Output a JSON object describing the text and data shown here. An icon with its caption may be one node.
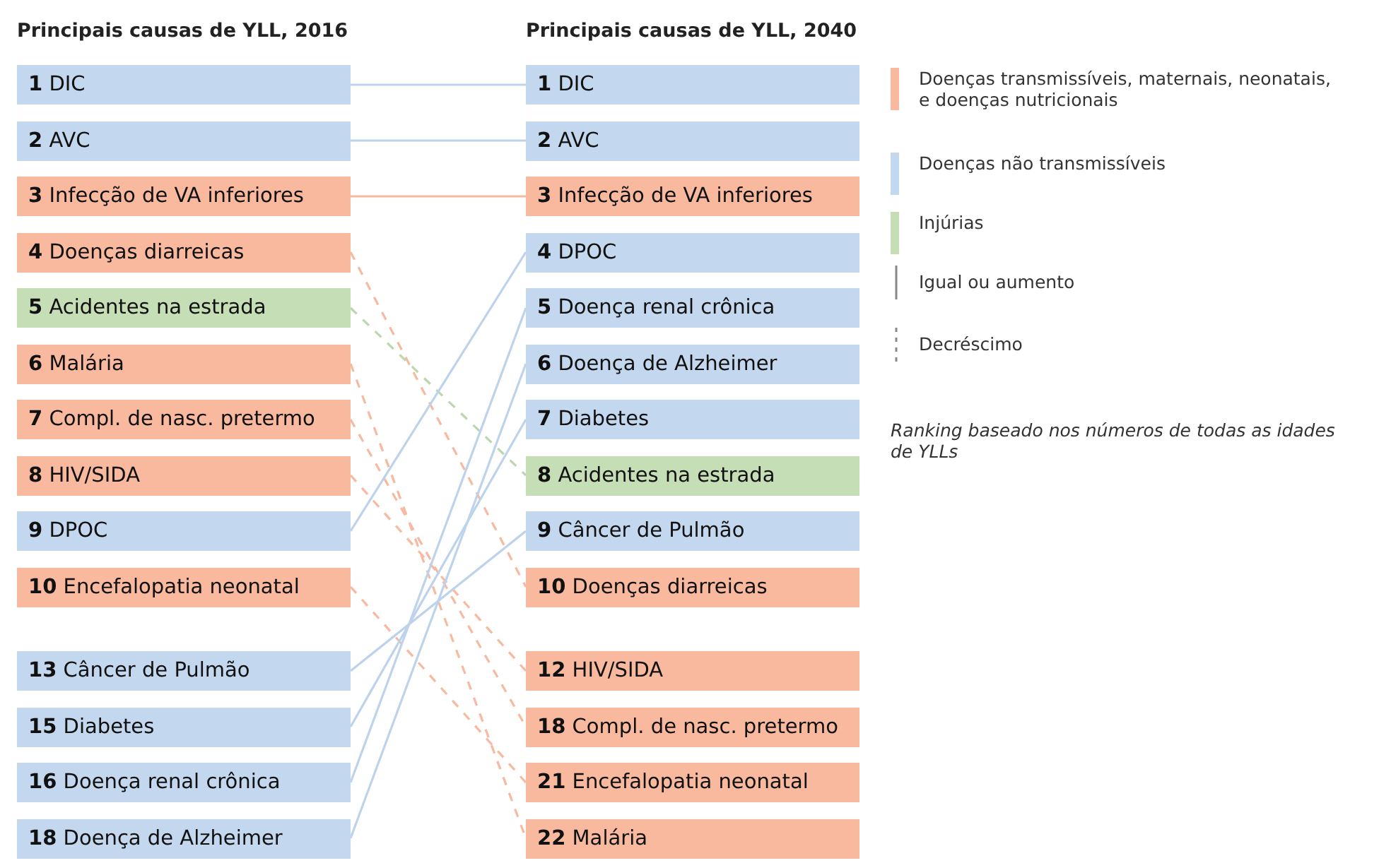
{
  "diagram": {
    "nodes": [
      {
        "text": [
          "**1** DIC"
        ]
      },
      {
        "text": [
          "**2** AVC"
        ]
      },
      {
        "text": [
          "**3** Infecção de VA inferiores"
        ]
      },
      {
        "text": [
          "**4** Doenças diarreicas"
        ]
      },
      {
        "text": [
          "**5** Acidentes na estrada"
        ]
      },
      {
        "text": [
          "**6** Malária"
        ]
      },
      {
        "text": [
          "**7** Compl. de nasc. pretermo"
        ]
      },
      {
        "text": [
          "**8** HIV/SIDA"
        ]
      },
      {
        "text": [
          "**9** DPOC"
        ]
      },
      {
        "text": [
          "**10** Encefalopatia neonatal"
        ]
      },
      {
        "text": [
          "**13** Câncer de Pulmão"
        ]
      },
      {
        "text": [
          "**15** Diabetes"
        ]
      },
      {
        "text": [
          "**16** Doença renal crônica"
        ]
      },
      {
        "text": [
          "**18** Doença de Alzheimer"
        ]
      },
      {
        "text": [
          "**1** DIC"
        ]
      },
      {
        "text": [
          "**2** AVC"
        ]
      },
      {
        "text": [
          "**3** Infecção de VA inferiores"
        ]
      },
      {
        "text": [
          "**4** DPOC"
        ]
      },
      {
        "text": [
          "**5** Doença renal crônica"
        ]
      },
      {
        "text": [
          "**6** Doença de Alzheimer"
        ]
      },
      {
        "text": [
          "**7** Diabetes"
        ]
      },
      {
        "text": [
          "**8** Acidentes na estrada"
        ]
      },
      {
        "text": [
          "**9** Câncer de Pulmão"
        ]
      },
      {
        "text": [
          "**10** Doenças diarreicas"
        ]
      },
      {
        "text": [
          "**12** HIV/SIDA"
        ]
      },
      {
        "text": [
          "**18** Compl. de nasc. pretermo"
        ]
      },
      {
        "text": [
          "**21** Encefalopatia neonatal"
        ]
      },
      {
        "text": [
          "**22** Malária"
        ]
      }
    ],
    "edges": [
      {
        "from": 0,
        "to": 14,
        "arrow": "none"
      },
      {
        "from": 1,
        "to": 15,
        "arrow": "none"
      },
      {
        "from": 2,
        "to": 16,
        "arrow": "none",
        "color": "#f7b9a0"
      },
      {
        "from": 3,
        "to": 23,
        "arrow": "none",
        "style": "dashed",
        "color": "#f7b9a0"
      },
      {
        "from": 4,
        "to": 21,
        "arrow": "none",
        "style": "dashed",
        "color": "#bcd6ad"
      },
      {
        "from": 5,
        "to": 27,
        "arrow": "none",
        "style": "dashed",
        "color": "#f7b9a0"
      },
      {
        "from": 6,
        "to": 25,
        "arrow": "none",
        "style": "dashed",
        "color": "#f7b9a0"
      },
      {
        "from": 7,
        "to": 24,
        "arrow": "none",
        "style": "dashed",
        "color": "#f7b9a0"
      },
      {
        "from": 8,
        "to": 17,
        "arrow": "none"
      },
      {
        "from": 9,
        "to": 26,
        "arrow": "none",
        "style": "dashed",
        "color": "#f7b9a0"
      },
      {
        "from": 10,
        "to": 22,
        "arrow": "none"
      },
      {
        "from": 11,
        "to": 20,
        "arrow": "none"
      },
      {
        "from": 12,
        "to": 18,
        "arrow": "none"
      },
      {
        "from": 13,
        "to": 19,
        "arrow": "none"
      }
    ],
    "labels": [
      "Principais causas de YLL, 2016",
      "Principais causas de YLL, 2040",
      "Ranking baseado nos números de todas as idades de YLLs"
    ],
    "legend": [
      {
        "text": "Doenças transmissíveis, maternais, neonatais, e doenças nutricionais",
        "color": "#f9b99f"
      },
      {
        "text": "Doenças não transmissíveis",
        "color": "#c3d7ee"
      },
      {
        "text": "Injúrias",
        "color": "#c6deb5"
      },
      {
        "text": "Igual ou aumento"
      },
      {
        "text": "Decréscimo"
      }
    ]
  }
}
